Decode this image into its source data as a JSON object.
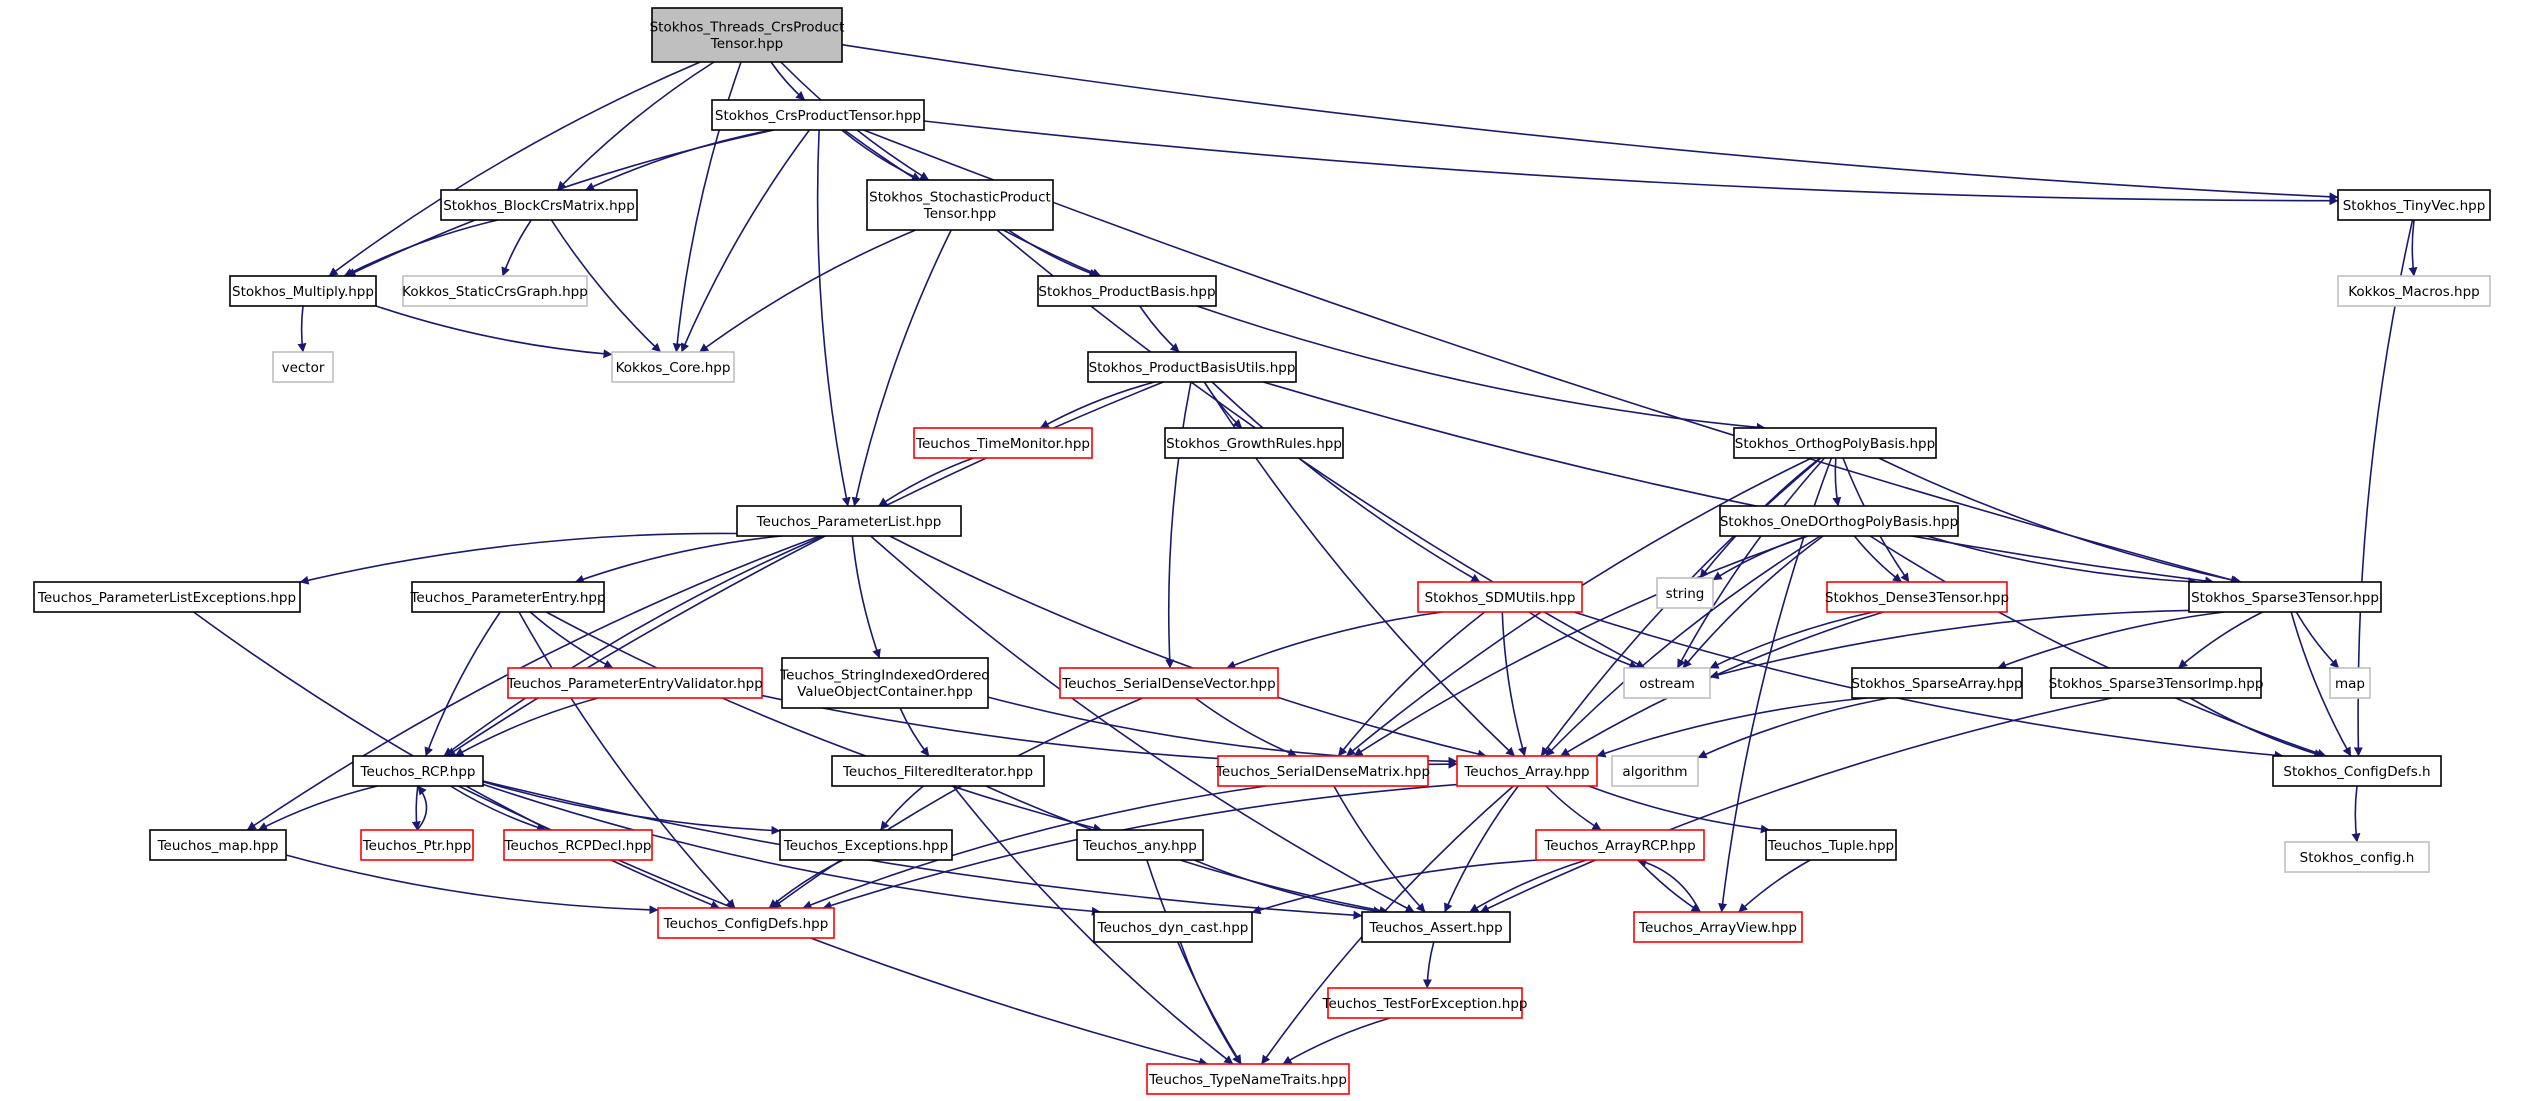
{
  "nodes": [
    {
      "id": "root",
      "style": "root",
      "lines": [
        "Stokhos_Threads_CrsProduct",
        "Tensor.hpp"
      ]
    },
    {
      "id": "crs",
      "style": "black",
      "lines": [
        "Stokhos_CrsProductTensor.hpp"
      ]
    },
    {
      "id": "tinyvec",
      "style": "black",
      "lines": [
        "Stokhos_TinyVec.hpp"
      ]
    },
    {
      "id": "blockcrs",
      "style": "black",
      "lines": [
        "Stokhos_BlockCrsMatrix.hpp"
      ]
    },
    {
      "id": "stochastic",
      "style": "black",
      "lines": [
        "Stokhos_StochasticProduct",
        "Tensor.hpp"
      ]
    },
    {
      "id": "multiply",
      "style": "black",
      "lines": [
        "Stokhos_Multiply.hpp"
      ]
    },
    {
      "id": "staticcrs",
      "style": "gray",
      "lines": [
        "Kokkos_StaticCrsGraph.hpp"
      ]
    },
    {
      "id": "productbasis",
      "style": "black",
      "lines": [
        "Stokhos_ProductBasis.hpp"
      ]
    },
    {
      "id": "kmacros",
      "style": "gray",
      "lines": [
        "Kokkos_Macros.hpp"
      ]
    },
    {
      "id": "vector",
      "style": "gray",
      "lines": [
        "vector"
      ]
    },
    {
      "id": "kcore",
      "style": "gray",
      "lines": [
        "Kokkos_Core.hpp"
      ]
    },
    {
      "id": "pbutils",
      "style": "black",
      "lines": [
        "Stokhos_ProductBasisUtils.hpp"
      ]
    },
    {
      "id": "timemonitor",
      "style": "red",
      "lines": [
        "Teuchos_TimeMonitor.hpp"
      ]
    },
    {
      "id": "growth",
      "style": "black",
      "lines": [
        "Stokhos_GrowthRules.hpp"
      ]
    },
    {
      "id": "orthopoly",
      "style": "black",
      "lines": [
        "Stokhos_OrthogPolyBasis.hpp"
      ]
    },
    {
      "id": "paramlist",
      "style": "black",
      "lines": [
        "Teuchos_ParameterList.hpp"
      ]
    },
    {
      "id": "onedortho",
      "style": "black",
      "lines": [
        "Stokhos_OneDOrthogPolyBasis.hpp"
      ]
    },
    {
      "id": "string",
      "style": "gray",
      "lines": [
        "string"
      ]
    },
    {
      "id": "plexceptions",
      "style": "black",
      "lines": [
        "Teuchos_ParameterListExceptions.hpp"
      ]
    },
    {
      "id": "paramentry",
      "style": "black",
      "lines": [
        "Teuchos_ParameterEntry.hpp"
      ]
    },
    {
      "id": "sdmutils",
      "style": "red",
      "lines": [
        "Stokhos_SDMUtils.hpp"
      ]
    },
    {
      "id": "dense3",
      "style": "red",
      "lines": [
        "Stokhos_Dense3Tensor.hpp"
      ]
    },
    {
      "id": "sparse3",
      "style": "black",
      "lines": [
        "Stokhos_Sparse3Tensor.hpp"
      ]
    },
    {
      "id": "pevalidator",
      "style": "red",
      "lines": [
        "Teuchos_ParameterEntryValidator.hpp"
      ]
    },
    {
      "id": "stringindexed",
      "style": "black",
      "lines": [
        "Teuchos_StringIndexedOrdered",
        "ValueObjectContainer.hpp"
      ]
    },
    {
      "id": "serialvec",
      "style": "red",
      "lines": [
        "Teuchos_SerialDenseVector.hpp"
      ]
    },
    {
      "id": "ostream",
      "style": "gray",
      "lines": [
        "ostream"
      ]
    },
    {
      "id": "sparsearray",
      "style": "black",
      "lines": [
        "Stokhos_SparseArray.hpp"
      ]
    },
    {
      "id": "sparse3imp",
      "style": "black",
      "lines": [
        "Stokhos_Sparse3TensorImp.hpp"
      ]
    },
    {
      "id": "map",
      "style": "gray",
      "lines": [
        "map"
      ]
    },
    {
      "id": "rcp",
      "style": "black",
      "lines": [
        "Teuchos_RCP.hpp"
      ]
    },
    {
      "id": "filtered",
      "style": "black",
      "lines": [
        "Teuchos_FilteredIterator.hpp"
      ]
    },
    {
      "id": "serialmat",
      "style": "red",
      "lines": [
        "Teuchos_SerialDenseMatrix.hpp"
      ]
    },
    {
      "id": "array",
      "style": "red",
      "lines": [
        "Teuchos_Array.hpp"
      ]
    },
    {
      "id": "algorithm",
      "style": "gray",
      "lines": [
        "algorithm"
      ]
    },
    {
      "id": "configdefs",
      "style": "black",
      "lines": [
        "Stokhos_ConfigDefs.h"
      ]
    },
    {
      "id": "tmap",
      "style": "black",
      "lines": [
        "Teuchos_map.hpp"
      ]
    },
    {
      "id": "ptr",
      "style": "red",
      "lines": [
        "Teuchos_Ptr.hpp"
      ]
    },
    {
      "id": "rcpdecl",
      "style": "red",
      "lines": [
        "Teuchos_RCPDecl.hpp"
      ]
    },
    {
      "id": "exceptions",
      "style": "black",
      "lines": [
        "Teuchos_Exceptions.hpp"
      ]
    },
    {
      "id": "any",
      "style": "black",
      "lines": [
        "Teuchos_any.hpp"
      ]
    },
    {
      "id": "arrayrcp",
      "style": "red",
      "lines": [
        "Teuchos_ArrayRCP.hpp"
      ]
    },
    {
      "id": "tuple",
      "style": "black",
      "lines": [
        "Teuchos_Tuple.hpp"
      ]
    },
    {
      "id": "config",
      "style": "gray",
      "lines": [
        "Stokhos_config.h"
      ]
    },
    {
      "id": "tconfigdefs",
      "style": "red",
      "lines": [
        "Teuchos_ConfigDefs.hpp"
      ]
    },
    {
      "id": "dyncast",
      "style": "black",
      "lines": [
        "Teuchos_dyn_cast.hpp"
      ]
    },
    {
      "id": "assert",
      "style": "black",
      "lines": [
        "Teuchos_Assert.hpp"
      ]
    },
    {
      "id": "arrayview",
      "style": "red",
      "lines": [
        "Teuchos_ArrayView.hpp"
      ]
    },
    {
      "id": "testfor",
      "style": "red",
      "lines": [
        "Teuchos_TestForException.hpp"
      ]
    },
    {
      "id": "typename",
      "style": "red",
      "lines": [
        "Teuchos_TypeNameTraits.hpp"
      ]
    }
  ],
  "edges": [
    [
      "root",
      "crs"
    ],
    [
      "root",
      "tinyvec"
    ],
    [
      "root",
      "blockcrs"
    ],
    [
      "root",
      "stochastic"
    ],
    [
      "root",
      "multiply"
    ],
    [
      "root",
      "kcore"
    ],
    [
      "crs",
      "blockcrs"
    ],
    [
      "crs",
      "stochastic"
    ],
    [
      "crs",
      "multiply"
    ],
    [
      "crs",
      "kcore"
    ],
    [
      "crs",
      "tinyvec"
    ],
    [
      "crs",
      "productbasis"
    ],
    [
      "crs",
      "paramlist"
    ],
    [
      "crs",
      "sparse3"
    ],
    [
      "tinyvec",
      "kmacros"
    ],
    [
      "tinyvec",
      "configdefs"
    ],
    [
      "blockcrs",
      "multiply"
    ],
    [
      "blockcrs",
      "staticcrs"
    ],
    [
      "blockcrs",
      "kcore"
    ],
    [
      "stochastic",
      "productbasis"
    ],
    [
      "stochastic",
      "kcore"
    ],
    [
      "stochastic",
      "paramlist"
    ],
    [
      "stochastic",
      "ostream"
    ],
    [
      "multiply",
      "vector"
    ],
    [
      "multiply",
      "kcore"
    ],
    [
      "productbasis",
      "pbutils"
    ],
    [
      "productbasis",
      "orthopoly"
    ],
    [
      "pbutils",
      "timemonitor"
    ],
    [
      "pbutils",
      "growth"
    ],
    [
      "pbutils",
      "serialvec"
    ],
    [
      "pbutils",
      "sdmutils"
    ],
    [
      "pbutils",
      "array"
    ],
    [
      "pbutils",
      "rcp"
    ],
    [
      "pbutils",
      "sparse3"
    ],
    [
      "timemonitor",
      "paramlist"
    ],
    [
      "orthopoly",
      "onedortho"
    ],
    [
      "orthopoly",
      "string"
    ],
    [
      "orthopoly",
      "dense3"
    ],
    [
      "orthopoly",
      "sparse3"
    ],
    [
      "orthopoly",
      "serialmat"
    ],
    [
      "orthopoly",
      "array"
    ],
    [
      "orthopoly",
      "ostream"
    ],
    [
      "orthopoly",
      "arrayview"
    ],
    [
      "paramlist",
      "plexceptions"
    ],
    [
      "paramlist",
      "paramentry"
    ],
    [
      "paramlist",
      "rcp"
    ],
    [
      "paramlist",
      "tmap"
    ],
    [
      "paramlist",
      "stringindexed"
    ],
    [
      "paramlist",
      "array"
    ],
    [
      "paramlist",
      "assert"
    ],
    [
      "onedortho",
      "string"
    ],
    [
      "onedortho",
      "dense3"
    ],
    [
      "onedortho",
      "sparse3"
    ],
    [
      "onedortho",
      "serialmat"
    ],
    [
      "onedortho",
      "array"
    ],
    [
      "onedortho",
      "ostream"
    ],
    [
      "onedortho",
      "configdefs"
    ],
    [
      "plexceptions",
      "tconfigdefs"
    ],
    [
      "paramentry",
      "pevalidator"
    ],
    [
      "paramentry",
      "rcp"
    ],
    [
      "paramentry",
      "any"
    ],
    [
      "paramentry",
      "tconfigdefs"
    ],
    [
      "sdmutils",
      "serialvec"
    ],
    [
      "sdmutils",
      "serialmat"
    ],
    [
      "sdmutils",
      "array"
    ],
    [
      "sdmutils",
      "ostream"
    ],
    [
      "sdmutils",
      "configdefs"
    ],
    [
      "dense3",
      "array"
    ],
    [
      "dense3",
      "ostream"
    ],
    [
      "sparse3",
      "ostream"
    ],
    [
      "sparse3",
      "map"
    ],
    [
      "sparse3",
      "sparsearray"
    ],
    [
      "sparse3",
      "sparse3imp"
    ],
    [
      "sparse3",
      "configdefs"
    ],
    [
      "pevalidator",
      "rcp"
    ],
    [
      "pevalidator",
      "array"
    ],
    [
      "stringindexed",
      "filtered"
    ],
    [
      "stringindexed",
      "array"
    ],
    [
      "serialvec",
      "serialmat"
    ],
    [
      "serialvec",
      "tconfigdefs"
    ],
    [
      "sparsearray",
      "array"
    ],
    [
      "sparsearray",
      "algorithm"
    ],
    [
      "sparse3imp",
      "configdefs"
    ],
    [
      "sparse3imp",
      "assert"
    ],
    [
      "rcp",
      "tmap"
    ],
    [
      "rcp",
      "ptr"
    ],
    [
      "rcp",
      "rcpdecl"
    ],
    [
      "rcp",
      "exceptions"
    ],
    [
      "rcp",
      "dyncast"
    ],
    [
      "rcp",
      "assert"
    ],
    [
      "rcp",
      "typename"
    ],
    [
      "ptr",
      "rcp"
    ],
    [
      "filtered",
      "exceptions"
    ],
    [
      "filtered",
      "assert"
    ],
    [
      "filtered",
      "typename"
    ],
    [
      "serialmat",
      "assert"
    ],
    [
      "serialmat",
      "tconfigdefs"
    ],
    [
      "array",
      "arrayrcp"
    ],
    [
      "array",
      "tuple"
    ],
    [
      "array",
      "assert"
    ],
    [
      "array",
      "typename"
    ],
    [
      "array",
      "tconfigdefs"
    ],
    [
      "configdefs",
      "config"
    ],
    [
      "tmap",
      "tconfigdefs"
    ],
    [
      "exceptions",
      "tconfigdefs"
    ],
    [
      "any",
      "assert"
    ],
    [
      "any",
      "typename"
    ],
    [
      "arrayrcp",
      "arrayview"
    ],
    [
      "arrayrcp",
      "assert"
    ],
    [
      "arrayrcp",
      "dyncast"
    ],
    [
      "arrayview",
      "arrayrcp"
    ],
    [
      "tuple",
      "arrayview"
    ],
    [
      "dyncast",
      "typename"
    ],
    [
      "assert",
      "testfor"
    ],
    [
      "testfor",
      "typename"
    ]
  ]
}
